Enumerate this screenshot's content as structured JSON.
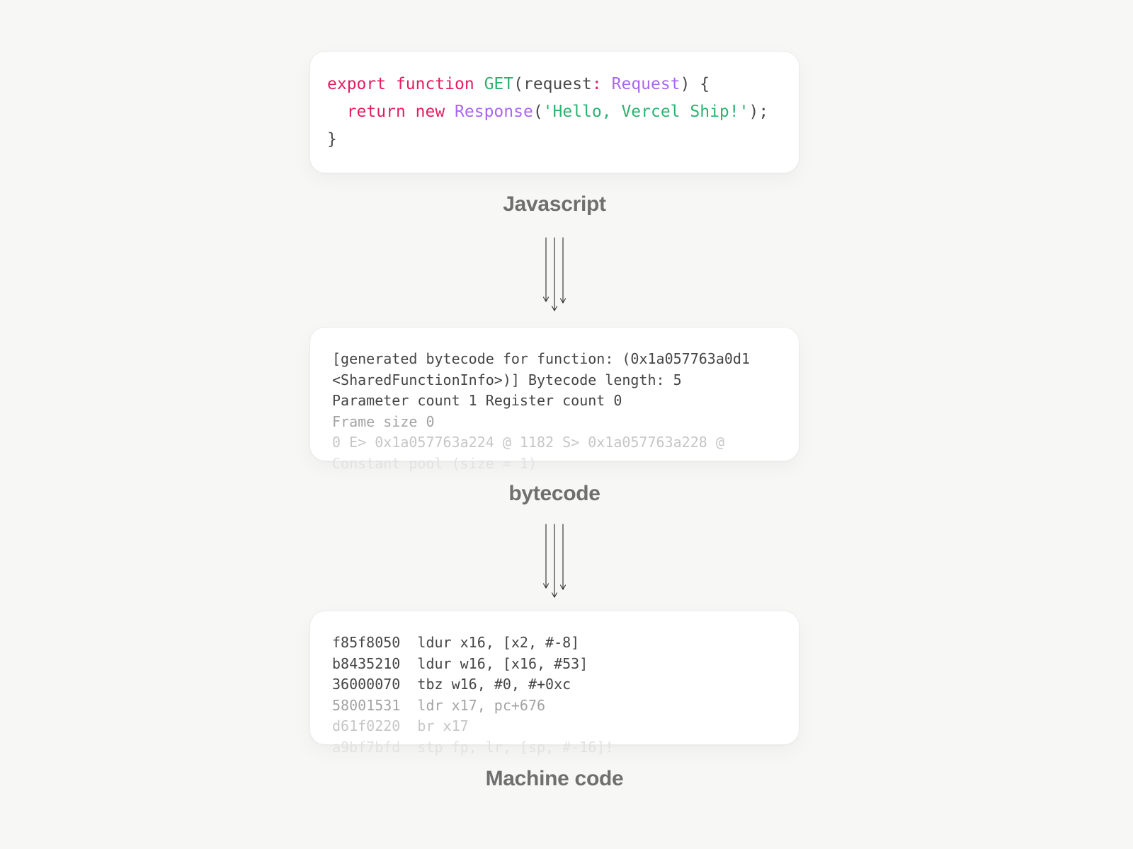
{
  "colors": {
    "bg": "#f7f7f6",
    "card_bg": "#ffffff",
    "card_border": "#ececec",
    "label": "#6f6f6f",
    "kw": "#e21d5e",
    "green": "#2ab36f",
    "purple": "#a966f4",
    "punct": "#4a4a4a",
    "arrow": "#2b2b2b"
  },
  "labels": {
    "stage1": "Javascript",
    "stage2": "bytecode",
    "stage3": "Machine code"
  },
  "js_card": {
    "lines": [
      {
        "tokens": [
          {
            "t": "export ",
            "c": "kw"
          },
          {
            "t": "function ",
            "c": "kw"
          },
          {
            "t": "GET",
            "c": "green"
          },
          {
            "t": "(",
            "c": "p"
          },
          {
            "t": "request",
            "c": "p"
          },
          {
            "t": ":",
            "c": "kw"
          },
          {
            "t": " ",
            "c": "p"
          },
          {
            "t": "Request",
            "c": "purple"
          },
          {
            "t": ") {",
            "c": "p"
          }
        ]
      },
      {
        "tokens": [
          {
            "t": "  ",
            "c": "p"
          },
          {
            "t": "return ",
            "c": "kw"
          },
          {
            "t": "new ",
            "c": "kw"
          },
          {
            "t": "Response",
            "c": "purple"
          },
          {
            "t": "(",
            "c": "p"
          },
          {
            "t": "'Hello, Vercel Ship!'",
            "c": "green"
          },
          {
            "t": ");",
            "c": "p"
          }
        ]
      },
      {
        "tokens": [
          {
            "t": "}",
            "c": "p"
          }
        ]
      }
    ]
  },
  "bytecode_card": {
    "lines": [
      {
        "text": "[generated bytecode for function: (0x1a057763a0d1"
      },
      {
        "text": "<SharedFunctionInfo>)] Bytecode length: 5"
      },
      {
        "text": "Parameter count 1 Register count 0"
      },
      {
        "text": "Frame size 0"
      },
      {
        "text": "0 E> 0x1a057763a224 @ 1182 S> 0x1a057763a228 @"
      },
      {
        "text": "Constant pool (size = 1)"
      }
    ]
  },
  "machine_card": {
    "lines": [
      {
        "text": "f85f8050  ldur x16, [x2, #-8]"
      },
      {
        "text": "b8435210  ldur w16, [x16, #53]"
      },
      {
        "text": "36000070  tbz w16, #0, #+0xc"
      },
      {
        "text": "58001531  ldr x17, pc+676"
      },
      {
        "text": "d61f0220  br x17"
      },
      {
        "text": "a9bf7bfd  stp fp, lr, [sp, #-16]!"
      }
    ]
  }
}
